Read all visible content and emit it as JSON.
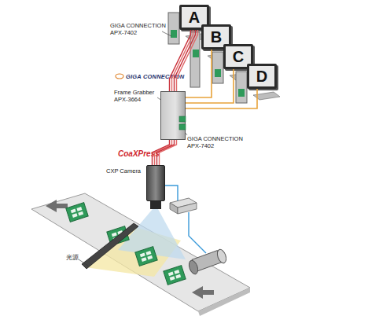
{
  "diagram": {
    "nodes": [
      {
        "text": [
          "A"
        ]
      },
      {
        "text": [
          "B"
        ]
      },
      {
        "text": [
          "C"
        ]
      },
      {
        "text": [
          "D"
        ]
      },
      {
        "text": [
          "Frame Grabber APX-3664"
        ]
      },
      {
        "text": [
          "CXP Camera"
        ]
      },
      {
        "text": [
          "光源"
        ]
      }
    ],
    "edges": [
      {
        "from": 4,
        "to": 0,
        "arrow": "none"
      },
      {
        "from": 4,
        "to": 1,
        "arrow": "none"
      },
      {
        "from": 4,
        "to": 2,
        "arrow": "none"
      },
      {
        "from": 4,
        "to": 3,
        "arrow": "none"
      },
      {
        "from": 5,
        "to": 4,
        "arrow": "none"
      }
    ],
    "labels": [
      "GIGA CONNECTION APX-7402",
      "GIGA CONNECTION",
      "GIGA CONNECTION APX-7402",
      "CoaXPress"
    ]
  }
}
